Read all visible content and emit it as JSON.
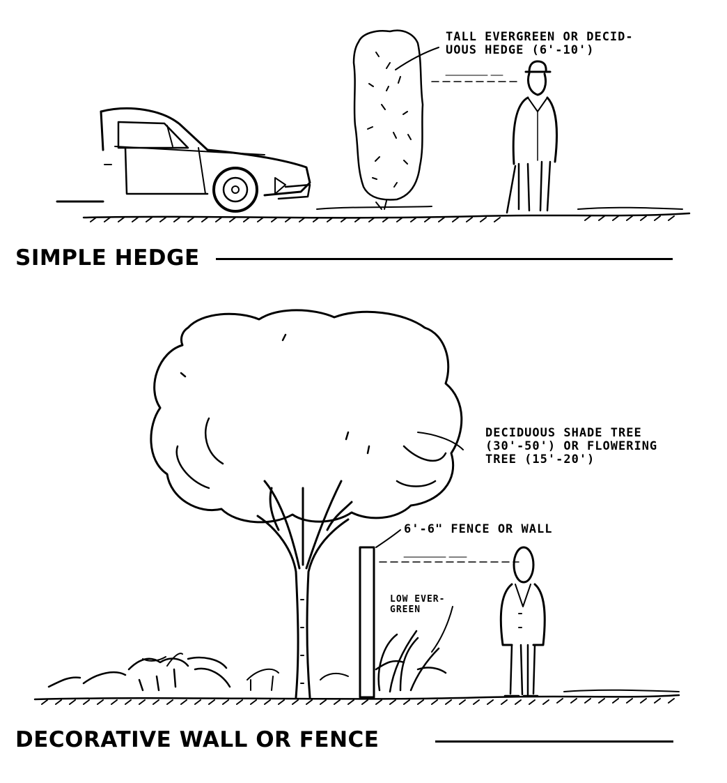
{
  "panels": [
    {
      "title": "SIMPLE HEDGE",
      "annotations": {
        "hedge": [
          "TALL EVERGREEN OR DECID-",
          "UOUS HEDGE (6'-10')"
        ]
      }
    },
    {
      "title": "DECORATIVE WALL OR FENCE",
      "annotations": {
        "tree": [
          "DECIDUOUS SHADE TREE",
          "(30'-50') OR FLOWERING",
          "TREE (15'-20')"
        ],
        "fence": "6'-6\" FENCE OR WALL",
        "shrub": [
          "LOW EVER-",
          "GREEN"
        ]
      }
    }
  ]
}
